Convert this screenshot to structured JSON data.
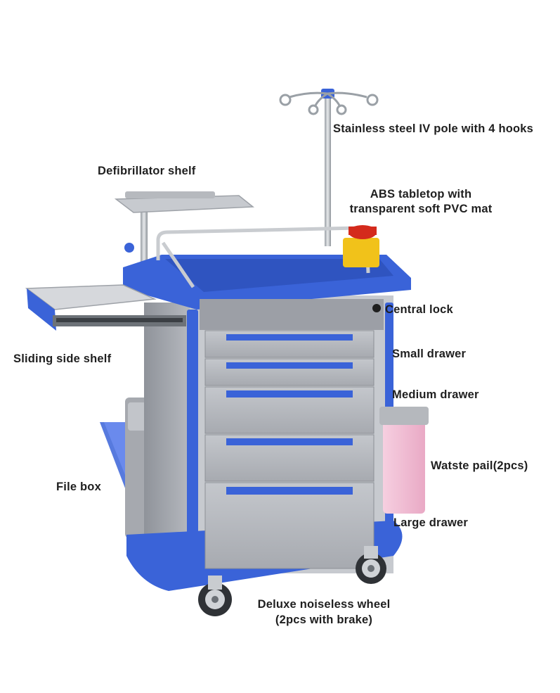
{
  "labels": {
    "iv_pole": "Stainless steel IV pole with 4 hooks",
    "defib_shelf": "Defibrillator shelf",
    "tabletop_line1": "ABS tabletop with",
    "tabletop_line2": "transparent soft PVC mat",
    "central_lock": "Central lock",
    "sliding_shelf": "Sliding side shelf",
    "small_drawer": "Small drawer",
    "medium_drawer": "Medium  drawer",
    "waste_pail": "Watste pail(2pcs)",
    "file_box": "File box",
    "large_drawer": "Large  drawer",
    "wheel_line1": "Deluxe noiseless wheel",
    "wheel_line2": "(2pcs with brake)"
  },
  "colors": {
    "frame_blue": "#3a63d8",
    "drawer_gray": "#b3b6bc",
    "body_gray": "#9ea2a8",
    "pail_pink": "#f2bfd6",
    "steel": "#c9ccd0",
    "cap_red": "#d42a1c",
    "bottle_yellow": "#f1c21a"
  }
}
